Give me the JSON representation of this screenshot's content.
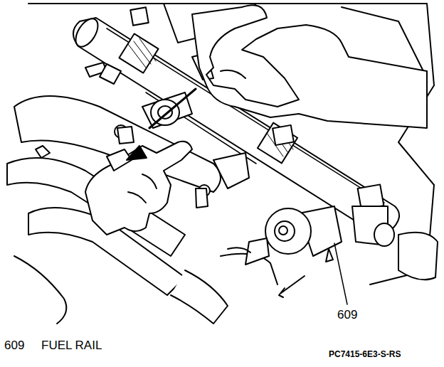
{
  "diagram": {
    "labels": [
      "609",
      "609",
      "FUEL RAIL",
      "PC7415-6E3-S-RS"
    ]
  }
}
